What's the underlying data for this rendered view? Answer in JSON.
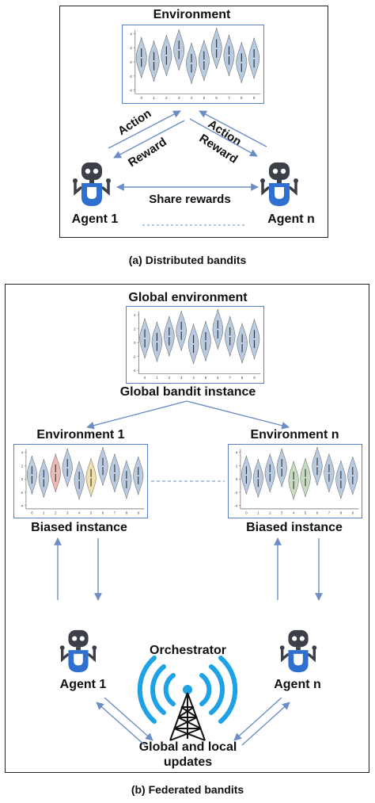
{
  "panel_a": {
    "environment_title": "Environment",
    "action_left": "Action",
    "reward_left": "Reward",
    "action_right": "Action",
    "reward_right": "Reward",
    "share_rewards": "Share rewards",
    "agent_1": "Agent 1",
    "agent_n": "Agent n",
    "caption": "(a) Distributed bandits"
  },
  "panel_b": {
    "global_env_title": "Global environment",
    "global_instance": "Global bandit instance",
    "env_1": "Environment 1",
    "env_n": "Environment n",
    "biased_1": "Biased instance",
    "biased_n": "Biased instance",
    "agent_1": "Agent 1",
    "agent_n": "Agent n",
    "orchestrator": "Orchestrator",
    "updates_line1": "Global and local",
    "updates_line2": "updates",
    "caption": "(b) Federated bandits"
  },
  "violin_plot": {
    "categories": [
      "0",
      "1",
      "2",
      "3",
      "4",
      "5",
      "6",
      "7",
      "8",
      "9"
    ],
    "centers": [
      0.6,
      0.1,
      0.9,
      1.7,
      -0.2,
      0.2,
      1.9,
      0.9,
      -0.1,
      0.5
    ],
    "y_ticks": [
      "4",
      "2",
      "0",
      "-2",
      "-4"
    ],
    "ylim": [
      -4.5,
      4.5
    ],
    "base_color": "#b8cbe0",
    "highlight_left": {
      "2": "#efb9b4",
      "5": "#f1e0ad"
    },
    "highlight_right": {
      "4": "#c6dcc0",
      "5": "#c6dcc0"
    }
  },
  "colors": {
    "arrow": "#6c8ec5",
    "plot_border": "#5b7fc0",
    "robot_blue": "#2f6fd0",
    "robot_dark": "#3c3f48",
    "signal_blue": "#1ea2e6"
  }
}
